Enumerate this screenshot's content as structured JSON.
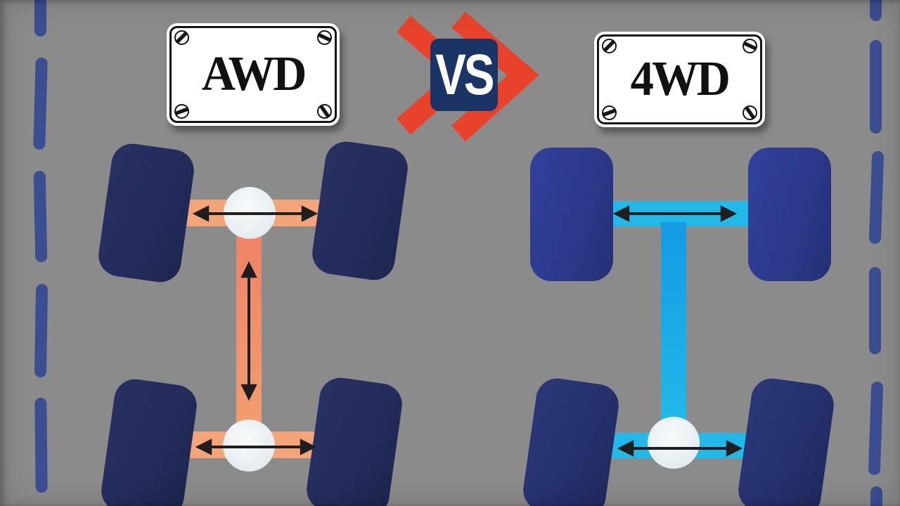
{
  "background_color": "#8b8b8b",
  "lane_markings": {
    "color": "#3b4e91",
    "style": "dashed-road-edge-lines",
    "sides": [
      "left",
      "right"
    ]
  },
  "awd": {
    "plate_label": "AWD",
    "wheel_color": "#232c5c",
    "axle_color": "#f3a478",
    "driveshaft_color_top": "#ee7f66",
    "driveshaft_color_bottom": "#f2a072",
    "differential_color": "#e9f1f4",
    "differentials": [
      "front",
      "rear"
    ],
    "power_arrows": [
      "front-axle-both-ways",
      "driveshaft-both-ways",
      "rear-axle-both-ways"
    ]
  },
  "fourwd": {
    "plate_label": "4WD",
    "front_wheel_color": "#2b3a8c",
    "rear_wheel_color": "#26316f",
    "axle_color": "#22b8e8",
    "driveshaft_color_top": "#149ae4",
    "driveshaft_color_bottom": "#22bceb",
    "differential_color": "#e9f1f4",
    "differentials": [
      "rear"
    ],
    "power_arrows": [
      "front-axle-both-ways",
      "rear-axle-both-ways"
    ]
  },
  "vs_badge": {
    "label": "VS",
    "badge_color": "#1a3565",
    "label_color": "#ffffff",
    "chevron_icon": "double-chevron-right",
    "chevron_color": "#e8432a"
  },
  "arrow_color": "#1e1e1e",
  "plate_colors": {
    "face": "#ffffff",
    "frame": "#161616"
  }
}
